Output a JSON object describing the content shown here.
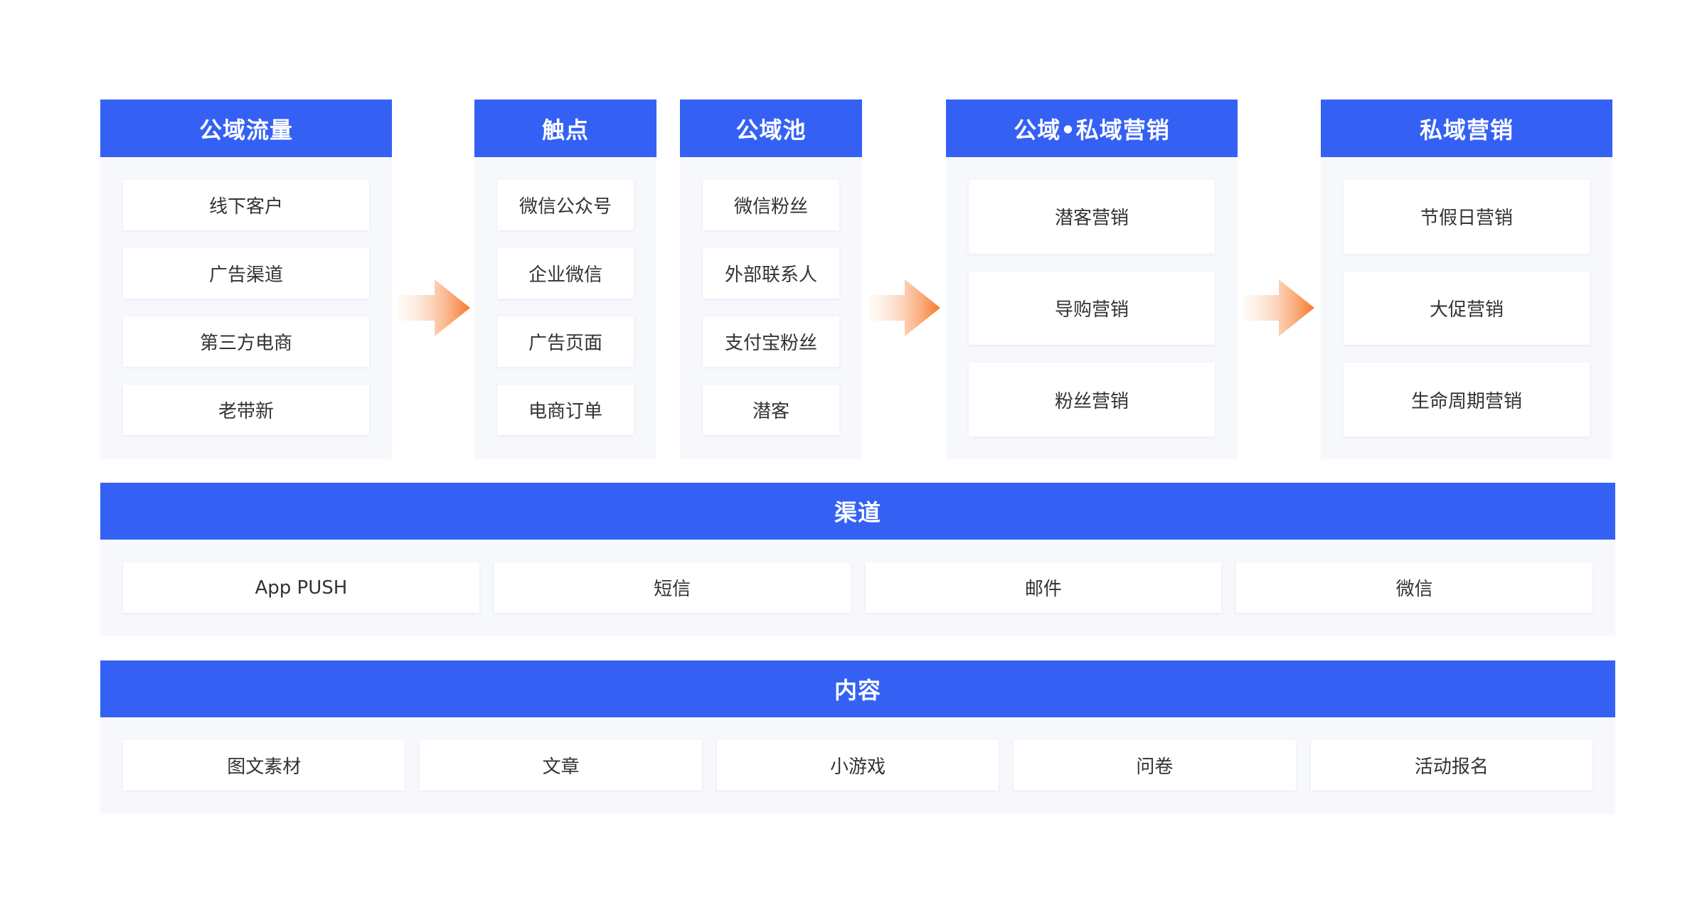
{
  "columns": [
    {
      "title": "公域流量",
      "items": [
        "线下客户",
        "广告渠道",
        "第三方电商",
        "老带新"
      ]
    },
    {
      "title": "触点",
      "items": [
        "微信公众号",
        "企业微信",
        "广告页面",
        "电商订单"
      ]
    },
    {
      "title": "公域池",
      "items": [
        "微信粉丝",
        "外部联系人",
        "支付宝粉丝",
        "潜客"
      ]
    },
    {
      "title": "公域•私域营销",
      "items": [
        "潜客营销",
        "导购营销",
        "粉丝营销"
      ]
    },
    {
      "title": "私域营销",
      "items": [
        "节假日营销",
        "大促营销",
        "生命周期营销"
      ]
    }
  ],
  "channels": {
    "title": "渠道",
    "items": [
      "App PUSH",
      "短信",
      "邮件",
      "微信"
    ]
  },
  "content": {
    "title": "内容",
    "items": [
      "图文素材",
      "文章",
      "小游戏",
      "问卷",
      "活动报名"
    ]
  },
  "colors": {
    "primary": "#3461f4",
    "panel": "#f6f8fc",
    "arrow_start": "#fde7d6",
    "arrow_end": "#f7772a"
  }
}
